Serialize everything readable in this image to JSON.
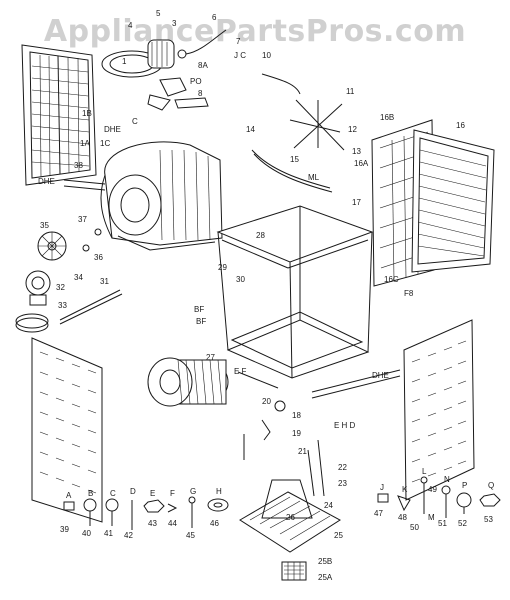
{
  "watermark": "AppliancePartsPros.com",
  "callouts": {
    "c1": "1",
    "c1a": "1A",
    "c1b": "1B",
    "c1c": "1C",
    "c3": "3",
    "c4": "4",
    "c5": "5",
    "c6": "6",
    "c7": "7",
    "c8": "8",
    "c8a": "8A",
    "c10": "10",
    "c11": "11",
    "c12": "12",
    "c13": "13",
    "c14": "14",
    "c15": "15",
    "c16": "16",
    "c16a": "16A",
    "c16b": "16B",
    "c16c": "16C",
    "c17": "17",
    "c18": "18",
    "c19": "19",
    "c20": "20",
    "c21": "21",
    "c22": "22",
    "c23": "23",
    "c24": "24",
    "c25": "25",
    "c25a": "25A",
    "c25b": "25B",
    "c26": "26",
    "c27": "27",
    "c28": "28",
    "c29": "29",
    "c30": "30",
    "c31": "31",
    "c32": "32",
    "c33": "33",
    "c34": "34",
    "c35": "35",
    "c36": "36",
    "c37": "37",
    "c38": "38",
    "c39": "39",
    "c40": "40",
    "c41": "41",
    "c42": "42",
    "c43": "43",
    "c44": "44",
    "c45": "45",
    "c46": "46",
    "c47": "47",
    "c48": "48",
    "c49": "49",
    "c50": "50",
    "c51": "51",
    "c52": "52",
    "c53": "53",
    "po": "PO",
    "ml": "ML",
    "jc": "J C",
    "dhe_left": "DHE",
    "dhe_mid": "DHE",
    "dhe_right": "DHE",
    "c_mark": "C",
    "bf": "BF",
    "bf2": "BF",
    "fb": "F8",
    "ehd": "E H D",
    "ef": "E F"
  },
  "hardware_letters": {
    "a": "A",
    "b": "B",
    "c": "C",
    "d": "D",
    "e": "E",
    "f": "F",
    "g": "G",
    "h": "H",
    "j": "J",
    "k": "K",
    "l": "L",
    "m": "M",
    "n": "N",
    "p": "P",
    "q": "Q"
  }
}
